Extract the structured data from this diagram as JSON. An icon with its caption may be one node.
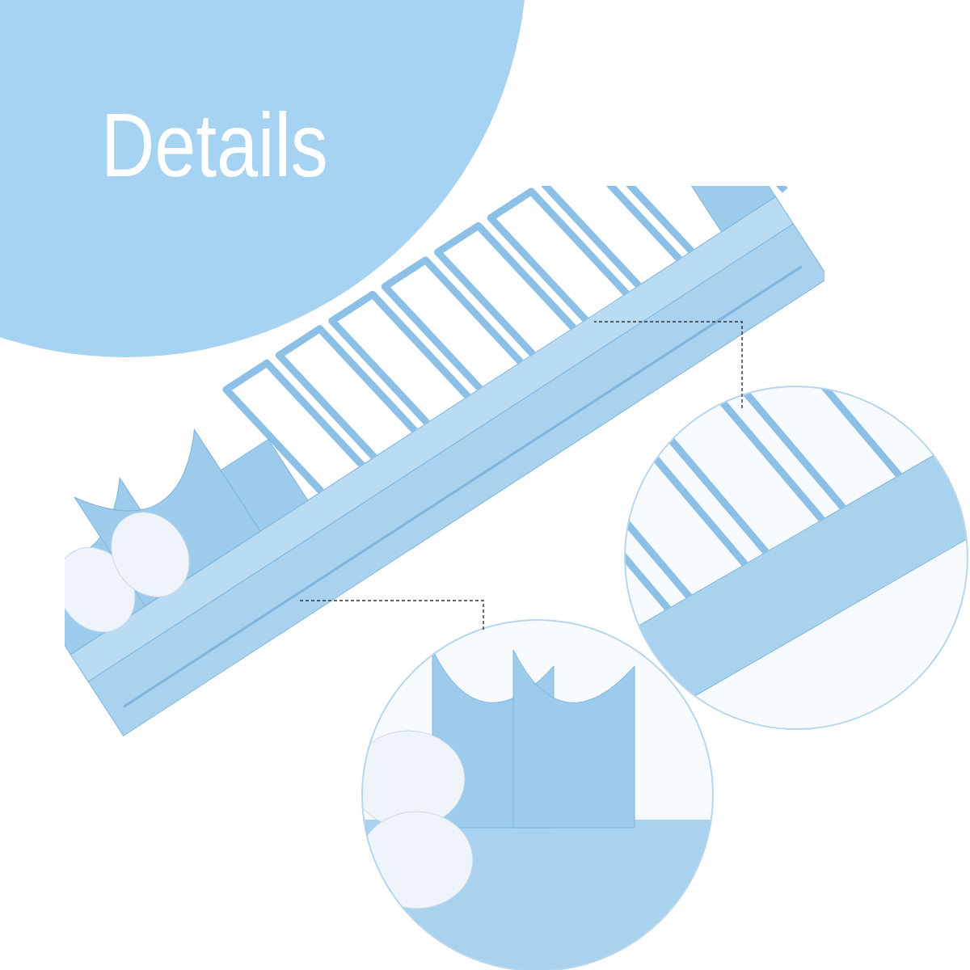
{
  "diagram": {
    "title": "Details",
    "nodes": [
      {
        "text": [],
        "shape": "picture"
      },
      {
        "text": [],
        "shape": "picture"
      },
      {
        "text": [],
        "shape": "picture"
      }
    ],
    "edges": [
      {
        "from": 1,
        "to": 0,
        "arrow": "none",
        "style": "dashed"
      },
      {
        "from": 2,
        "to": 0,
        "arrow": "none",
        "style": "dashed"
      }
    ]
  }
}
